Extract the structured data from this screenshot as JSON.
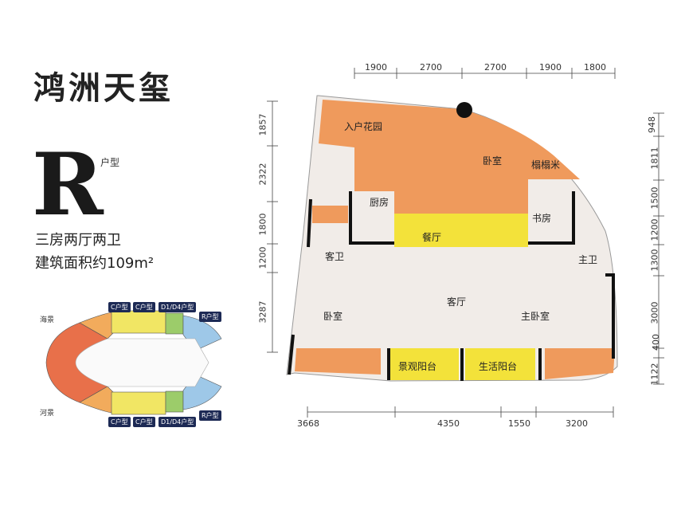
{
  "project_name": "鸿洲天玺",
  "unit": {
    "letter": "R",
    "suffix": "户型",
    "layout": "三房两厅两卫",
    "area": "建筑面积约109m²"
  },
  "keymap": {
    "sea_view": "海景",
    "river_view": "河景",
    "top_tags": [
      "C户型",
      "C户型",
      "D1/D4户型",
      "R户型"
    ],
    "bottom_tags": [
      "C户型",
      "C户型",
      "D1/D4户型",
      "R户型"
    ]
  },
  "dimensions": {
    "top": [
      "1900",
      "2700",
      "2700",
      "1900",
      "1800"
    ],
    "bottom": [
      "3668",
      "4350",
      "1550",
      "3200"
    ],
    "left": [
      "1857",
      "2322",
      "1800",
      "1200",
      "3287"
    ],
    "right": [
      "948",
      "1811",
      "1500",
      "1200",
      "1300",
      "3000",
      "400",
      "1122"
    ]
  },
  "rooms": {
    "entry_garden": "入户花园",
    "bedroom_north": "卧室",
    "tatami": "榻榻米",
    "kitchen": "厨房",
    "study": "书房",
    "dining": "餐厅",
    "guest_bath": "客卫",
    "master_bath": "主卫",
    "living": "客厅",
    "bedroom_south": "卧室",
    "master_bedroom": "主卧室",
    "view_balcony": "景观阳台",
    "utility_balcony": "生活阳台"
  },
  "colors": {
    "orange": "#ef9a5c",
    "yellow": "#f3e23a",
    "wall": "#111111"
  }
}
